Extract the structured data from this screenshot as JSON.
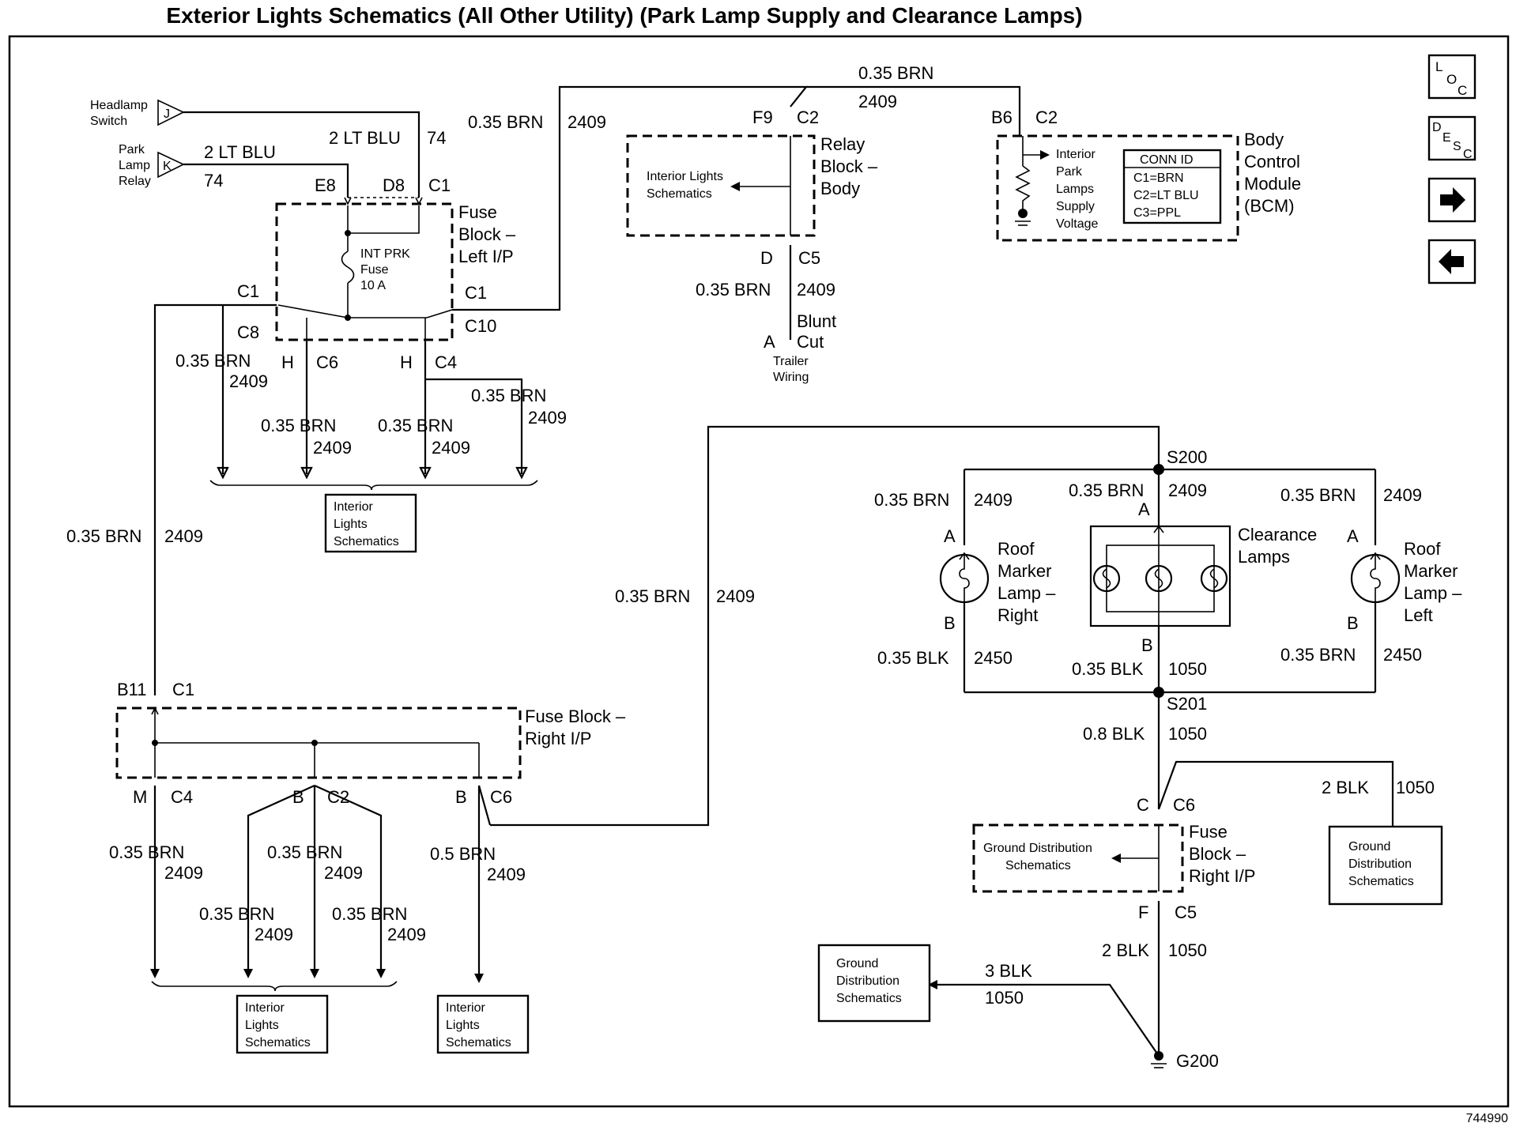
{
  "title": "Exterior Lights Schematics (All Other Utility) (Park Lamp Supply and Clearance Lamps)",
  "image_number": "744990",
  "nav": {
    "loc": [
      "L",
      "O",
      "C"
    ],
    "desc": [
      "D",
      "E",
      "S",
      "C"
    ],
    "next_icon": "right-arrow-icon",
    "prev_icon": "left-arrow-icon"
  },
  "components": {
    "headlamp_switch": {
      "label": [
        "Headlamp",
        "Switch"
      ],
      "pin": "J"
    },
    "park_lamp_relay": {
      "label": [
        "Park",
        "Lamp",
        "Relay"
      ],
      "pin": "K"
    },
    "fuse_block_left": {
      "label": [
        "Fuse",
        "Block –",
        "Left I/P"
      ],
      "fuse": [
        "INT PRK",
        "Fuse",
        "10 A"
      ],
      "pins": {
        "e8": "E8",
        "d8": "D8",
        "c1_top": "C1",
        "c1_left": "C1",
        "c8": "C8",
        "c1_right": "C1",
        "c10": "C10",
        "h1": "H",
        "c6": "C6",
        "h2": "H",
        "c4": "C4"
      }
    },
    "relay_block_body": {
      "label": [
        "Relay",
        "Block –",
        "Body"
      ],
      "inner": [
        "Interior Lights",
        "Schematics"
      ],
      "pins": {
        "f9": "F9",
        "c2": "C2",
        "d": "D",
        "c5": "C5"
      }
    },
    "blunt_cut": {
      "label": [
        "Blunt",
        "Cut"
      ],
      "pin": "A",
      "sub": [
        "Trailer",
        "Wiring"
      ]
    },
    "bcm": {
      "label": [
        "Body",
        "Control",
        "Module",
        "(BCM)"
      ],
      "pins": {
        "b6": "B6",
        "c2": "C2"
      },
      "inner": [
        "Interior",
        "Park",
        "Lamps",
        "Supply",
        "Voltage"
      ],
      "conn_id": [
        "CONN ID",
        "C1=BRN",
        "C2=LT BLU",
        "C3=PPL"
      ]
    },
    "fuse_block_right_top": {
      "label": [
        "Fuse Block –",
        "Right I/P"
      ],
      "pins": {
        "b11": "B11",
        "c1": "C1",
        "m": "M",
        "c4": "C4",
        "b1": "B",
        "c2": "C2",
        "b2": "B",
        "c6": "C6"
      }
    },
    "splices": {
      "s200": "S200",
      "s201": "S201"
    },
    "roof_marker_right": {
      "label": [
        "Roof",
        "Marker",
        "Lamp –",
        "Right"
      ],
      "pin_a": "A",
      "pin_b": "B"
    },
    "clearance_lamps": {
      "label": [
        "Clearance",
        "Lamps"
      ],
      "pin_a": "A",
      "pin_b": "B"
    },
    "roof_marker_left": {
      "label": [
        "Roof",
        "Marker",
        "Lamp –",
        "Left"
      ],
      "pin_a": "A",
      "pin_b": "B"
    },
    "fuse_block_right_bottom": {
      "label": [
        "Fuse",
        "Block –",
        "Right I/P"
      ],
      "inner": [
        "Ground Distribution",
        "Schematics"
      ],
      "pins": {
        "c": "C",
        "c6": "C6",
        "f": "F",
        "c5": "C5"
      }
    },
    "ground": {
      "label": "G200"
    },
    "ref_boxes": {
      "interior_lights": [
        "Interior",
        "Lights",
        "Schematics"
      ],
      "ground_distribution": [
        "Ground",
        "Distribution",
        "Schematics"
      ]
    }
  },
  "wires": {
    "lt_blu_a": {
      "gauge": "2 LT BLU",
      "circuit": "74"
    },
    "lt_blu_b": {
      "gauge": "2 LT BLU",
      "circuit": "74"
    },
    "brn_035": {
      "gauge": "0.35 BRN",
      "circuit": "2409"
    },
    "brn_05": {
      "gauge": "0.5 BRN",
      "circuit": "2409"
    },
    "brn_2450": {
      "gauge": "0.35 BRN",
      "circuit": "2450"
    },
    "blk_035_2450": {
      "gauge": "0.35 BLK",
      "circuit": "2450"
    },
    "blk_035_1050": {
      "gauge": "0.35 BLK",
      "circuit": "1050"
    },
    "blk_08": {
      "gauge": "0.8 BLK",
      "circuit": "1050"
    },
    "blk_2": {
      "gauge": "2 BLK",
      "circuit": "1050"
    },
    "blk_3": {
      "gauge": "3 BLK",
      "circuit": "1050"
    }
  }
}
